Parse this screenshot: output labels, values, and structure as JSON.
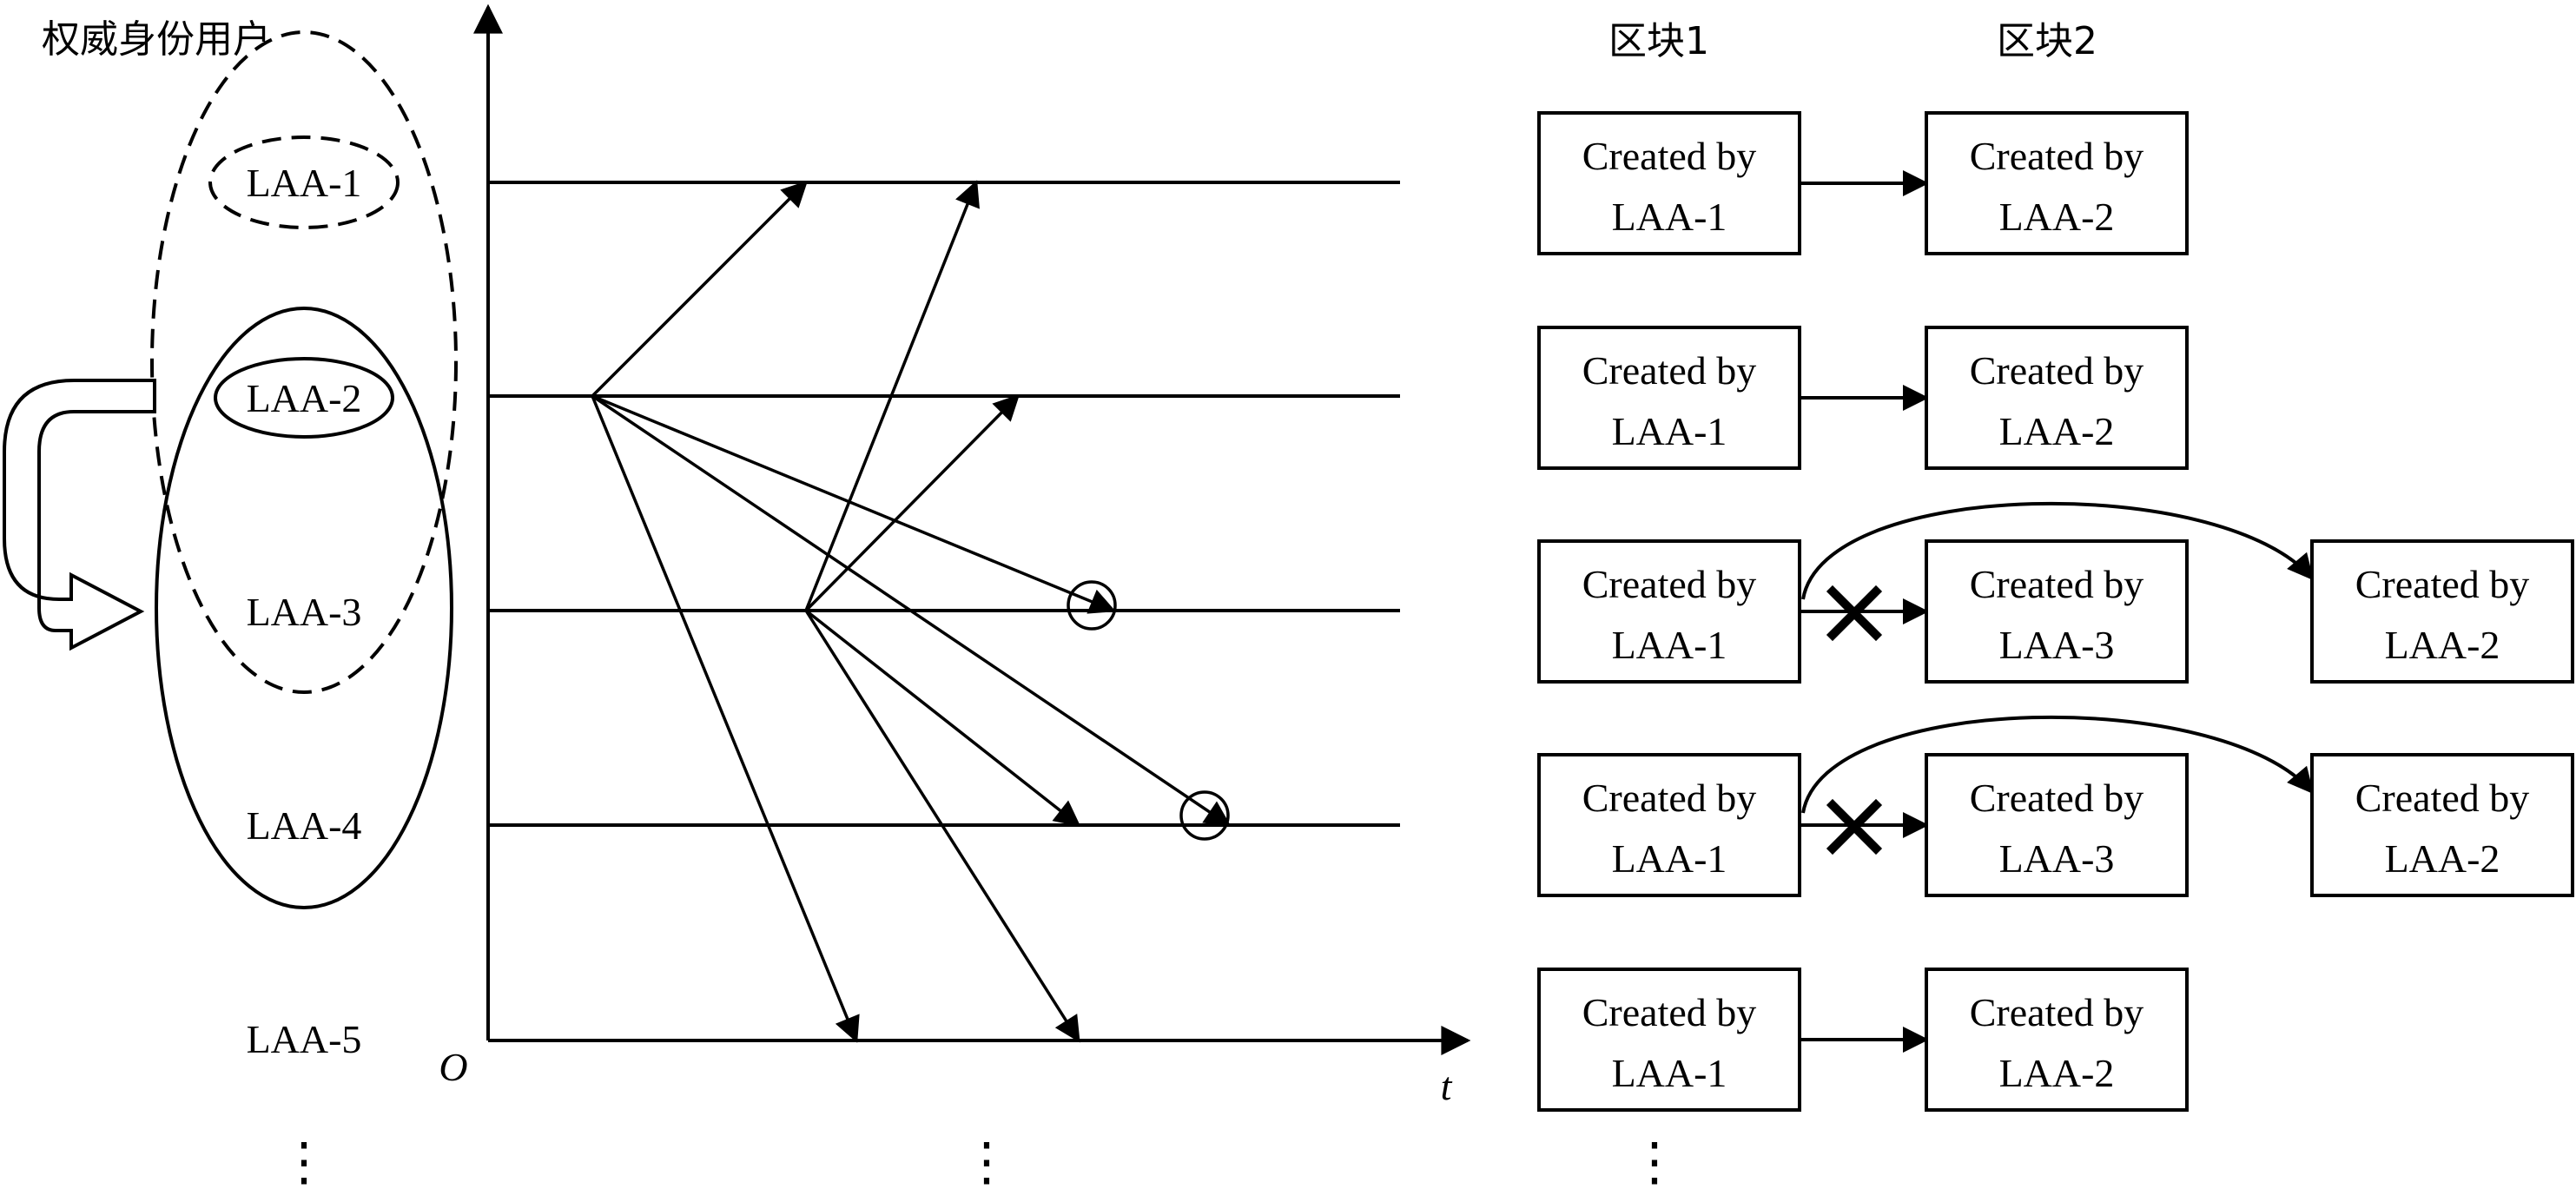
{
  "header": {
    "users_title": "权威身份用户",
    "block1_title": "区块1",
    "block2_title": "区块2"
  },
  "axes": {
    "origin_label": "O",
    "time_label": "t"
  },
  "users": [
    {
      "id": "laa1",
      "label": "LAA-1"
    },
    {
      "id": "laa2",
      "label": "LAA-2"
    },
    {
      "id": "laa3",
      "label": "LAA-3"
    },
    {
      "id": "laa4",
      "label": "LAA-4"
    },
    {
      "id": "laa5",
      "label": "LAA-5"
    }
  ],
  "ellipsis": "⋮",
  "chains": [
    {
      "blocks": [
        {
          "line1": "Created by",
          "line2": "LAA-1"
        },
        {
          "line1": "Created by",
          "line2": "LAA-2"
        }
      ]
    },
    {
      "blocks": [
        {
          "line1": "Created by",
          "line2": "LAA-1"
        },
        {
          "line1": "Created by",
          "line2": "LAA-2"
        }
      ]
    },
    {
      "blocks": [
        {
          "line1": "Created by",
          "line2": "LAA-1"
        },
        {
          "line1": "Created by",
          "line2": "LAA-3"
        },
        {
          "line1": "Created by",
          "line2": "LAA-2"
        }
      ],
      "rejected": true
    },
    {
      "blocks": [
        {
          "line1": "Created by",
          "line2": "LAA-1"
        },
        {
          "line1": "Created by",
          "line2": "LAA-3"
        },
        {
          "line1": "Created by",
          "line2": "LAA-2"
        }
      ],
      "rejected": true
    },
    {
      "blocks": [
        {
          "line1": "Created by",
          "line2": "LAA-1"
        },
        {
          "line1": "Created by",
          "line2": "LAA-2"
        }
      ]
    }
  ]
}
